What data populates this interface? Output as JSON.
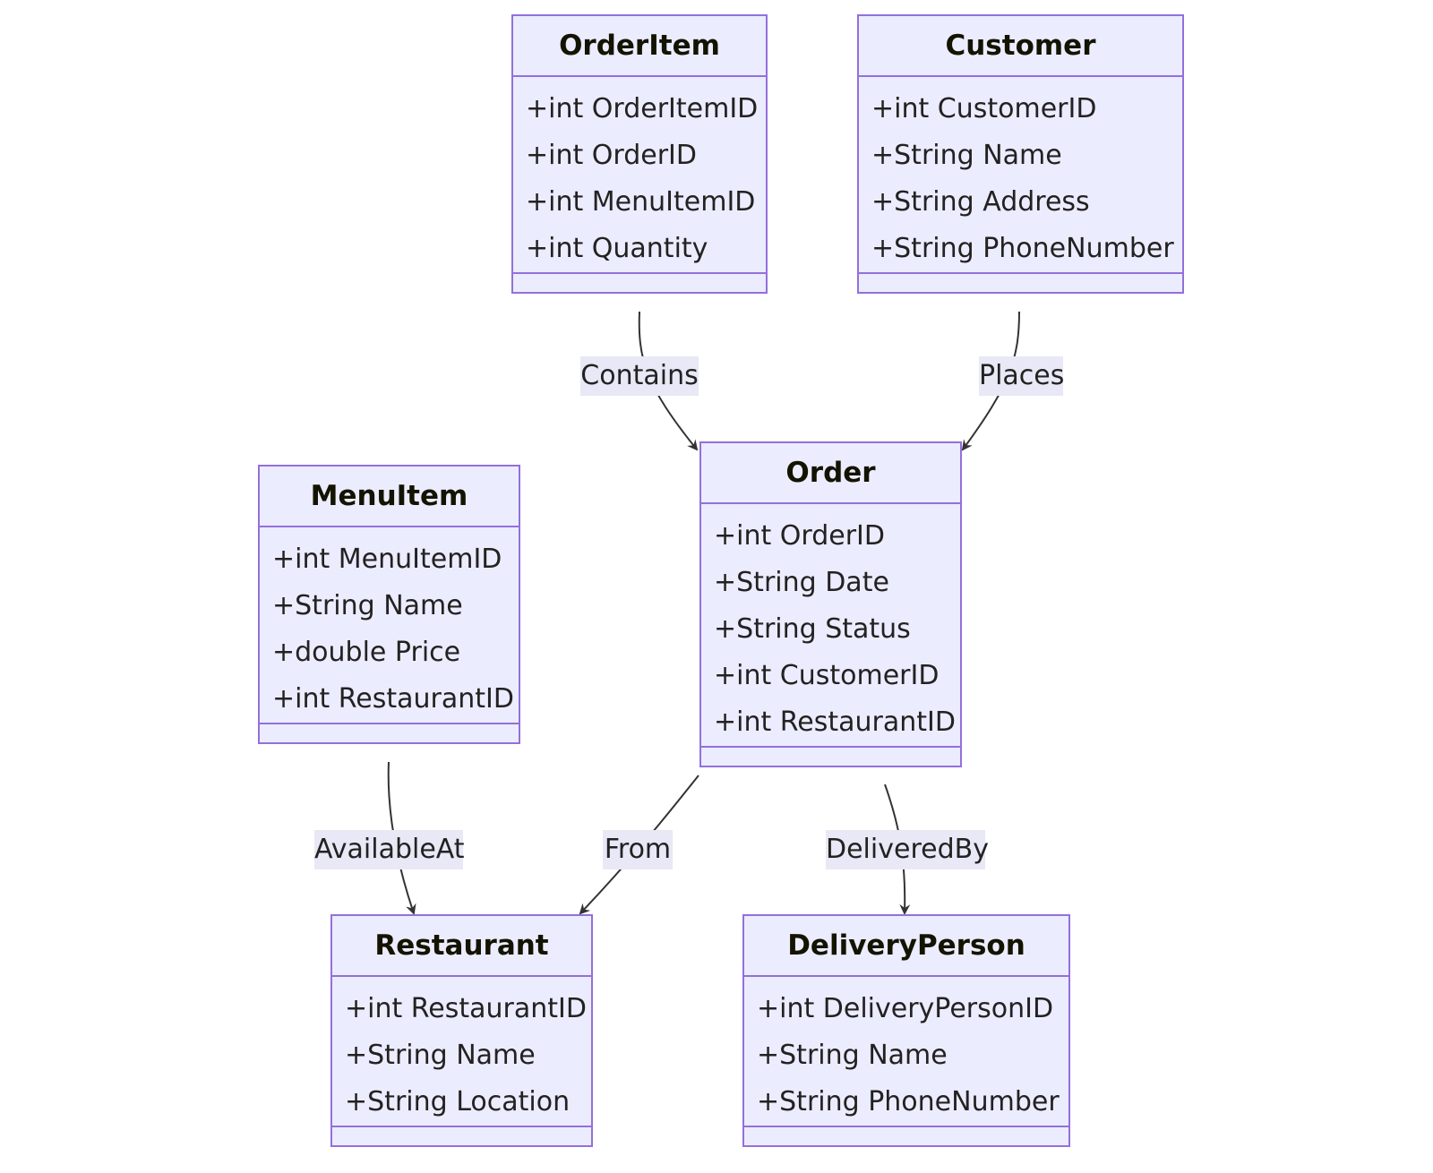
{
  "classes": {
    "orderitem": {
      "name": "OrderItem",
      "attributes": [
        "+int OrderItemID",
        "+int OrderID",
        "+int MenuItemID",
        "+int Quantity"
      ]
    },
    "customer": {
      "name": "Customer",
      "attributes": [
        "+int CustomerID",
        "+String Name",
        "+String Address",
        "+String PhoneNumber"
      ]
    },
    "order": {
      "name": "Order",
      "attributes": [
        "+int OrderID",
        "+String Date",
        "+String Status",
        "+int CustomerID",
        "+int RestaurantID"
      ]
    },
    "menuitem": {
      "name": "MenuItem",
      "attributes": [
        "+int MenuItemID",
        "+String Name",
        "+double Price",
        "+int RestaurantID"
      ]
    },
    "restaurant": {
      "name": "Restaurant",
      "attributes": [
        "+int RestaurantID",
        "+String Name",
        "+String Location"
      ]
    },
    "deliveryperson": {
      "name": "DeliveryPerson",
      "attributes": [
        "+int DeliveryPersonID",
        "+String Name",
        "+String PhoneNumber"
      ]
    }
  },
  "relations": [
    {
      "from": "OrderItem",
      "to": "Order",
      "label": "Contains"
    },
    {
      "from": "Customer",
      "to": "Order",
      "label": "Places"
    },
    {
      "from": "MenuItem",
      "to": "Restaurant",
      "label": "AvailableAt"
    },
    {
      "from": "Order",
      "to": "Restaurant",
      "label": "From"
    },
    {
      "from": "Order",
      "to": "DeliveryPerson",
      "label": "DeliveredBy"
    }
  ],
  "colors": {
    "box_fill": "#ececff",
    "box_border": "#9370db",
    "line": "#333333",
    "label_bg": "#e8e8f6"
  }
}
